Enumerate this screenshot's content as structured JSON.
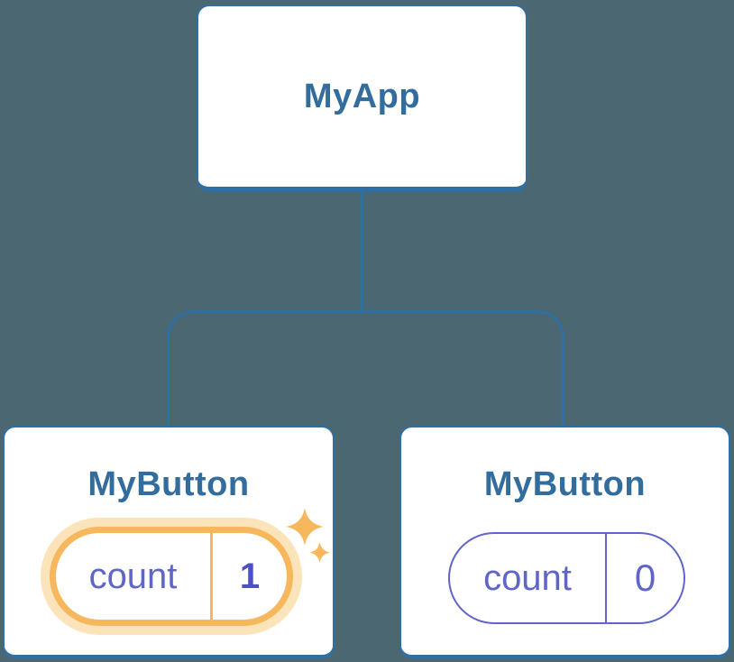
{
  "diagram": {
    "description": "React component tree with state pills",
    "background_color": "#4B6771",
    "colors": {
      "node_border_blue": "#2F6FA3",
      "node_title_blue": "#336D9D",
      "state_purple": "#6065C8",
      "state_value_purple_bold": "#4C52C4",
      "highlight_orange": "#F6B75D",
      "highlight_glow": "#FBE3BA"
    },
    "root": {
      "label": "MyApp"
    },
    "children": [
      {
        "label": "MyButton",
        "state": {
          "key": "count",
          "value": "1"
        },
        "highlighted": true,
        "icon": "sparkles-icon"
      },
      {
        "label": "MyButton",
        "state": {
          "key": "count",
          "value": "0"
        },
        "highlighted": false
      }
    ]
  }
}
